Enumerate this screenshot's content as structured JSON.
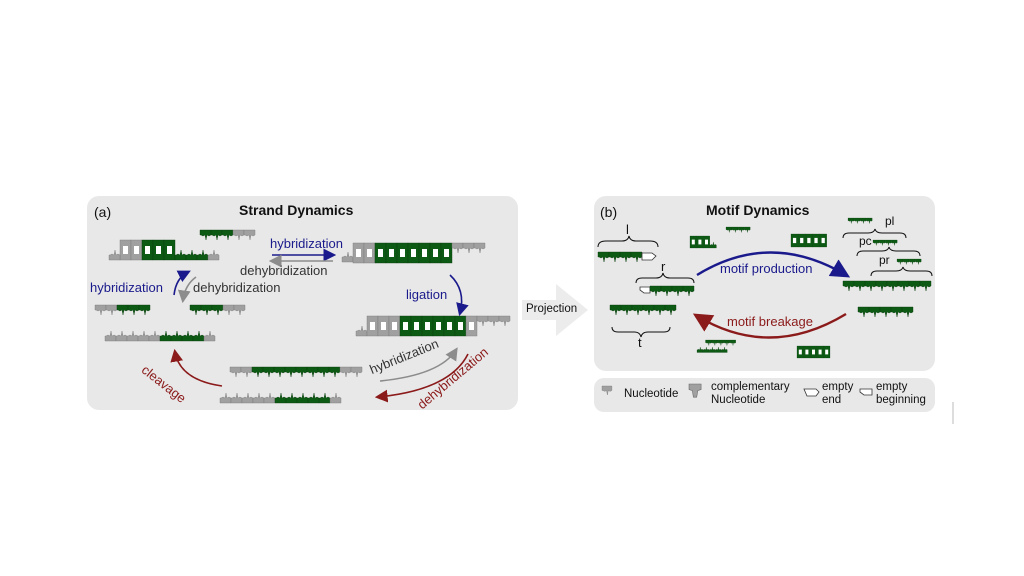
{
  "panel_a": {
    "label": "(a)",
    "title": "Strand Dynamics",
    "arrows": {
      "top_forward": "hybridization",
      "top_backward": "dehybridization",
      "left_up": "hybridization",
      "left_down": "dehybridization",
      "right_down": "ligation",
      "bottom_up": "hybridization",
      "bottom_down": "dehybridization",
      "cleavage": "cleavage"
    }
  },
  "projection": {
    "label": "Projection"
  },
  "panel_b": {
    "label": "(b)",
    "title": "Motif Dynamics",
    "brackets": {
      "l": "l",
      "r": "r",
      "t": "t",
      "pl": "pl",
      "pc": "pc",
      "pr": "pr"
    },
    "arrows": {
      "production": "motif production",
      "breakage": "motif breakage"
    }
  },
  "legend": {
    "items": [
      {
        "icon": "nucleotide-icon",
        "text": "Nucleotide"
      },
      {
        "icon": "complementary-nucleotide-icon",
        "text": "complementary\nNucleotide"
      },
      {
        "icon": "empty-end-icon",
        "text": "empty\nend"
      },
      {
        "icon": "empty-beginning-icon",
        "text": "empty\nbeginning"
      }
    ]
  },
  "colors": {
    "panel_bg": "#e8e8e8",
    "green": "#0d5a14",
    "gray_strand": "#a0a0a0",
    "blue_arrow": "#1a1a8c",
    "red_arrow": "#8b1a1a",
    "gray_arrow": "#8c8c8c"
  }
}
